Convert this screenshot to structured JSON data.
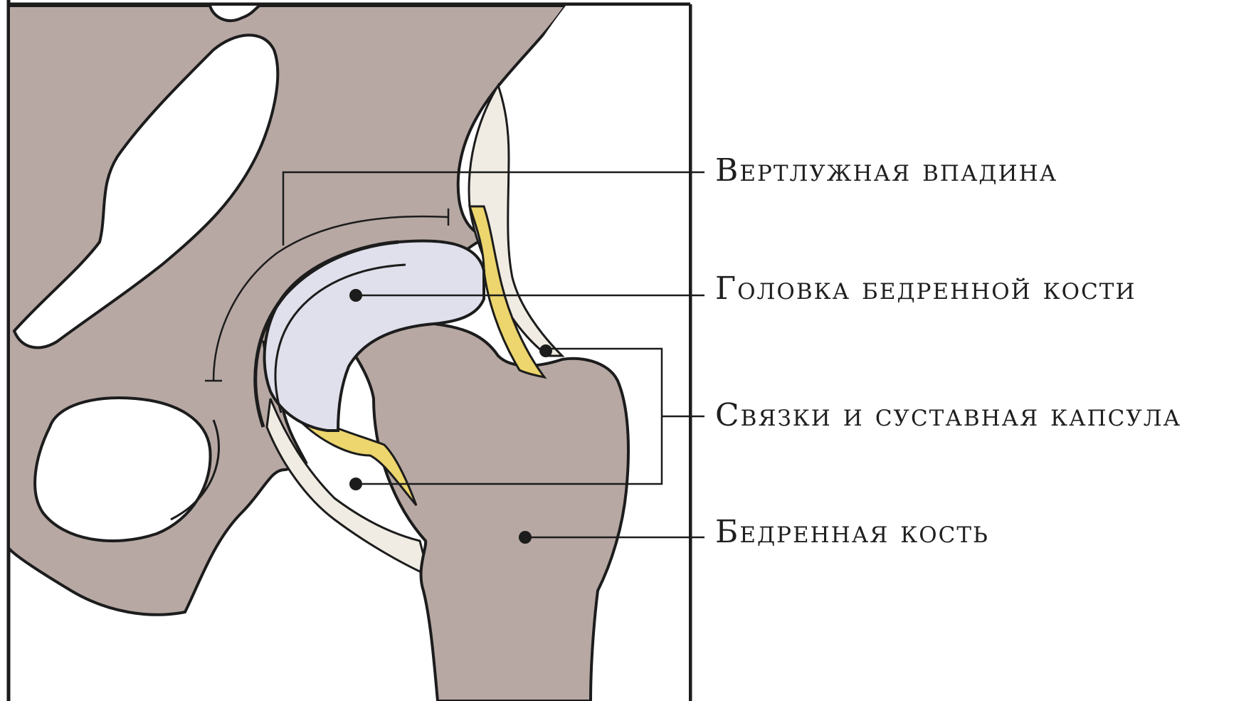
{
  "labels": {
    "acetabulum": "Вертлужная впадина",
    "femoral_head": "Головка бедренной кости",
    "ligaments_capsule": "Связки и суставная капсула",
    "femur": "Бедренная кость"
  },
  "colors": {
    "bone": "#b7a8a4",
    "cartilage": "#dfe0ec",
    "synovial": "#ecd66d",
    "capsule": "#f1ece3",
    "outline": "#1c1c1c",
    "background": "#ffffff"
  }
}
